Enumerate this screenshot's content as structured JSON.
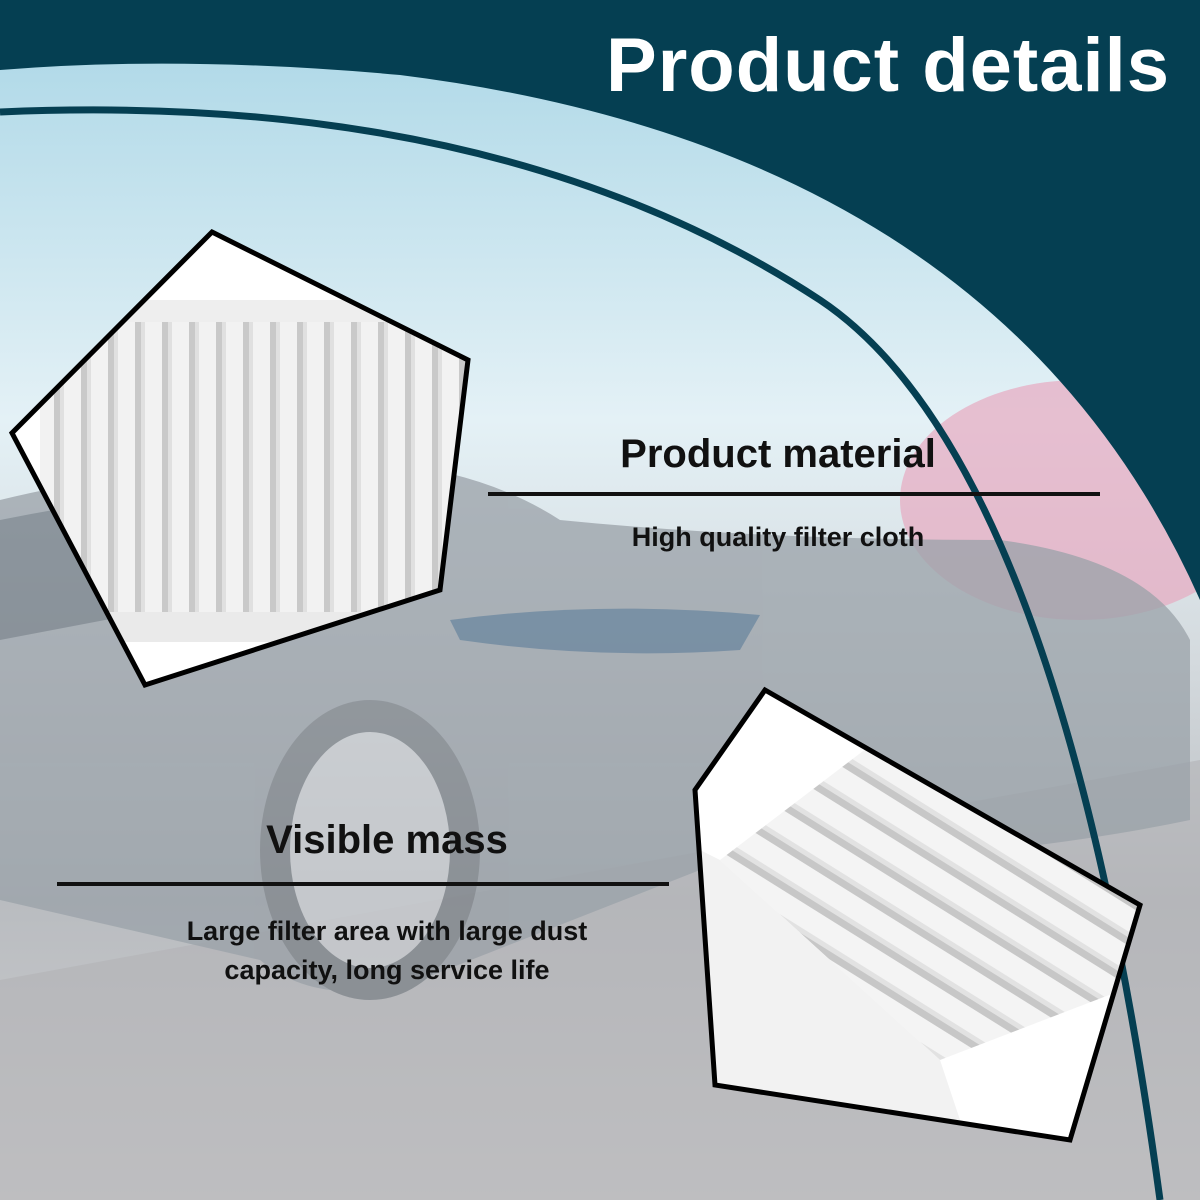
{
  "header": {
    "title": "Product details"
  },
  "features": [
    {
      "heading": "Product material",
      "description": "High quality filter cloth"
    },
    {
      "heading": "Visible mass",
      "description_lines": [
        "Large filter area with large dust",
        "capacity, long service life"
      ]
    }
  ],
  "colors": {
    "brand_dark": "#053f52",
    "text": "#111111"
  }
}
